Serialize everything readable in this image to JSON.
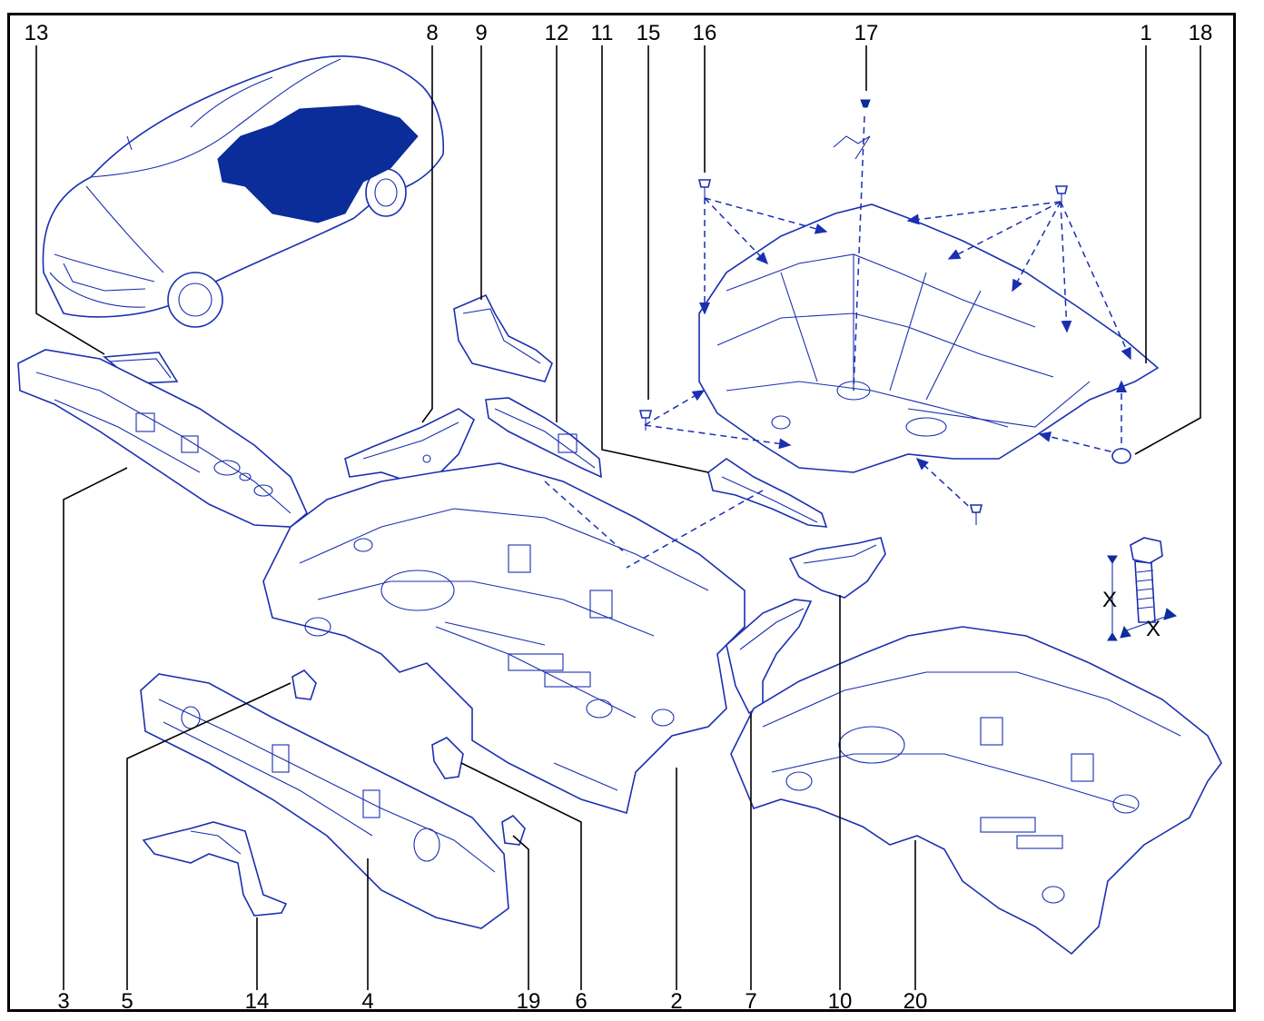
{
  "diagram": {
    "labels": {
      "l1": "1",
      "l2": "2",
      "l3": "3",
      "l4": "4",
      "l5": "5",
      "l6": "6",
      "l7": "7",
      "l8": "8",
      "l9": "9",
      "l10": "10",
      "l11": "11",
      "l12": "12",
      "l13": "13",
      "l14": "14",
      "l15": "15",
      "l16": "16",
      "l17": "17",
      "l18": "18",
      "l19": "19",
      "l20": "20"
    },
    "bolt_dimension_label": "X",
    "colors": {
      "line": "#1a2fb0",
      "highlight": "#0b2d99",
      "frame": "#000000"
    }
  }
}
